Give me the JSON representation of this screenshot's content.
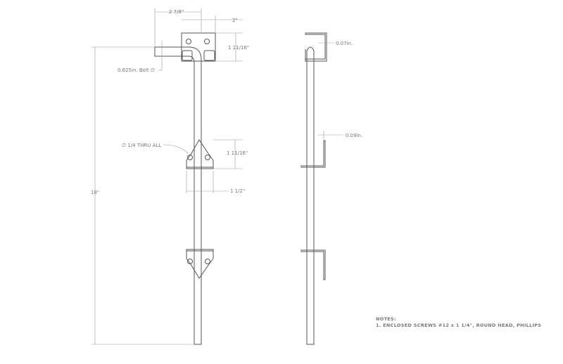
{
  "front_view": {
    "width_handle": "2 7/8\"",
    "width_bracket": "2\"",
    "height_top_bracket": "1 11/16\"",
    "bolt_label": "0.625in. Bolt ∅",
    "hole_label": "∅ 1/4 THRU ALL",
    "height_mid_bracket": "1 11/16\"",
    "width_mid_bracket": "1 1/2\"",
    "overall_length": "18\""
  },
  "side_view": {
    "top_thickness": "0.07in.",
    "bracket_thickness": "0.09in."
  },
  "notes": {
    "title": "NOTES:",
    "items": [
      "1. ENCLOSED SCREWS #12 x 1 1/4\", ROUND HEAD, PHILLIPS"
    ]
  }
}
